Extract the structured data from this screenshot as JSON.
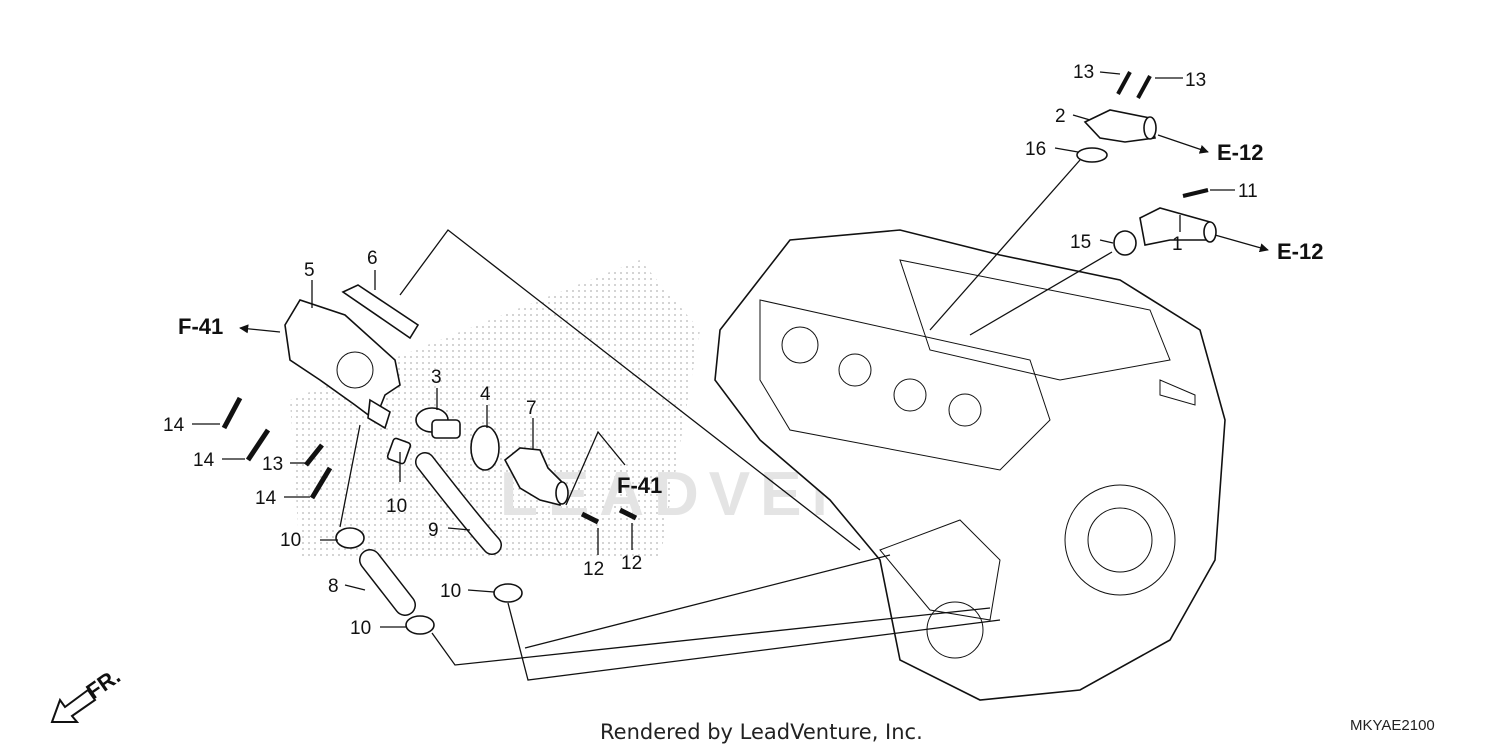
{
  "watermark": "LEADVENTURE",
  "front_indicator": "FR.",
  "footer": {
    "rendered_by": "Rendered by LeadVenture, Inc.",
    "diagram_code": "MKYAE2100"
  },
  "references": {
    "e12_upper": "E-12",
    "e12_lower": "E-12",
    "f41_left": "F-41",
    "f41_center": "F-41"
  },
  "callouts": {
    "p1": "1",
    "p2": "2",
    "p3": "3",
    "p4": "4",
    "p5": "5",
    "p6": "6",
    "p7": "7",
    "p8": "8",
    "p9": "9",
    "p10_a": "10",
    "p10_b": "10",
    "p10_c": "10",
    "p10_d": "10",
    "p11": "11",
    "p12_a": "12",
    "p12_b": "12",
    "p13_a": "13",
    "p13_b": "13",
    "p13_c": "13",
    "p14_a": "14",
    "p14_b": "14",
    "p14_c": "14",
    "p15": "15",
    "p16": "16"
  },
  "colors": {
    "ink": "#111111",
    "dots": "#b5b5b5",
    "watermark": "#e4e4e4"
  }
}
